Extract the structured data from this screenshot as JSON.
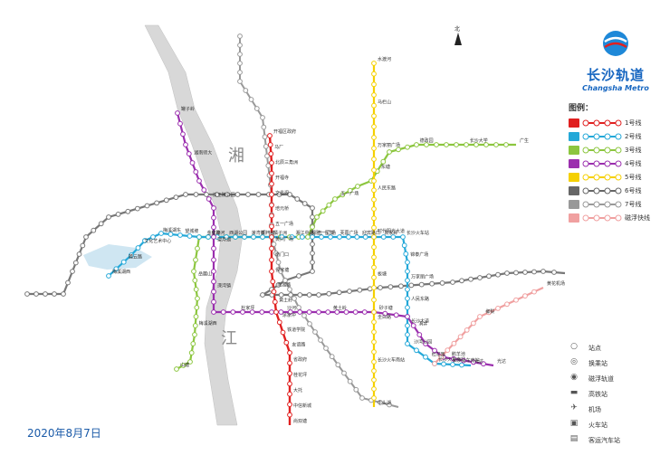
{
  "brand": {
    "name_cn": "长沙轨道",
    "name_en": "Changsha Metro"
  },
  "date": "2020年8月7日",
  "north": "北",
  "river": {
    "chars": [
      "湘",
      "江"
    ]
  },
  "legend": {
    "title": "图例：",
    "lines": [
      {
        "badge": "1号线",
        "label": "1号线",
        "color": "#e02020"
      },
      {
        "badge": "2号线",
        "label": "2号线",
        "color": "#24a8d8"
      },
      {
        "badge": "3号线",
        "label": "3号线",
        "color": "#8cc63f"
      },
      {
        "badge": "4号线",
        "label": "4号线",
        "color": "#9b2fae"
      },
      {
        "badge": "5号线",
        "label": "5号线",
        "color": "#f5d000"
      },
      {
        "badge": "6号线",
        "label": "6号线",
        "color": "#666666"
      },
      {
        "badge": "7号线",
        "label": "7号线",
        "color": "#999999"
      },
      {
        "badge": "磁浮快线",
        "label": "磁浮快线",
        "color": "#f0a0a0"
      }
    ],
    "symbols": [
      {
        "icon": "station-icon",
        "glyph": "○",
        "label": "站点"
      },
      {
        "icon": "transfer-icon",
        "glyph": "◎",
        "label": "换乘站"
      },
      {
        "icon": "maglev-icon",
        "glyph": "◉",
        "label": "磁浮轨道"
      },
      {
        "icon": "highspeed-rail-icon",
        "glyph": "▬",
        "label": "高铁站"
      },
      {
        "icon": "airport-icon",
        "glyph": "✈",
        "label": "机场"
      },
      {
        "icon": "train-station-icon",
        "glyph": "▣",
        "label": "火车站"
      },
      {
        "icon": "bus-station-icon",
        "glyph": "▤",
        "label": "客运汽车站"
      }
    ]
  },
  "stations": {
    "line1": [
      "开福区政府",
      "马厂",
      "北辰三角洲",
      "开福寺",
      "文昌阁",
      "培元桥",
      "五一广场",
      "黄兴广场",
      "南门口",
      "侯家塘",
      "南湖路",
      "黄土岭",
      "涂家冲",
      "铁道学院",
      "友谊路",
      "省政府",
      "桂花坪",
      "大托",
      "中信新城",
      "尚双塘"
    ],
    "line2": [
      "梅溪湖西",
      "麓云路",
      "文化艺术中心",
      "梅溪湖东",
      "望城坡",
      "金星路",
      "西湖公园",
      "溁湾镇",
      "橘子洲",
      "湘江中路",
      "五一广场",
      "芙蓉广场",
      "迎宾路口",
      "袁家岭",
      "长沙火车站",
      "锦泰广场",
      "万家丽广场",
      "人民东路",
      "长沙大道",
      "沙湾公园",
      "杜花路",
      "长沙火车南站",
      "光达"
    ],
    "line3": [
      "山塘",
      "梅溪湖西",
      "岳麓山",
      "阜埠河",
      "桐梓坡",
      "湘雅一医院",
      "五一广场",
      "东塘",
      "德政园",
      "长沙大学",
      "广生"
    ],
    "line4": [
      "罐子岭",
      "湖南师大",
      "汉王陵公园",
      "望月湖",
      "溁湾镇",
      "杜家坪",
      "沙河",
      "黄土岭",
      "砂子塘",
      "洞井",
      "鹅羊池",
      "光达"
    ],
    "line5": [
      "水渡河",
      "马栏山",
      "万家丽广场",
      "人民东路",
      "时代阳光大道",
      "板塘",
      "圭白路",
      "长沙火车南站",
      "牛头湖"
    ],
    "maglev": [
      "长沙火车南站",
      "榔梨",
      "黄花机场"
    ]
  }
}
